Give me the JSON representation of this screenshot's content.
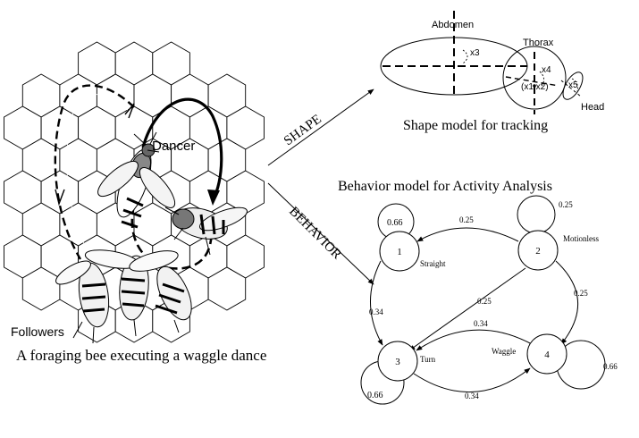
{
  "illustration": {
    "dancer_label": "Dancer",
    "followers_label": "Followers",
    "caption": "A foraging bee executing a waggle dance"
  },
  "arrows": {
    "shape_label": "SHAPE",
    "behavior_label": "BEHAVIOR"
  },
  "shape_model": {
    "abdomen_label": "Abdomen",
    "thorax_label": "Thorax",
    "head_label": "Head",
    "x1_label": "(x1,x2)",
    "x3_label": "x3",
    "x4_label": "x4",
    "x5_label": "x5",
    "caption": "Shape model for tracking"
  },
  "behavior_model": {
    "title": "Behavior model for Activity Analysis",
    "states": [
      {
        "id": "1",
        "name": "Straight"
      },
      {
        "id": "2",
        "name": "Motionless"
      },
      {
        "id": "3",
        "name": "Turn"
      },
      {
        "id": "4",
        "name": "Waggle"
      }
    ],
    "self_loops": {
      "s1": "0.66",
      "s2": "0.25",
      "s3": "0.66",
      "s4": "0.66"
    },
    "transitions": {
      "t2_1": "0.25",
      "t2_3": "0.25",
      "t2_4": "0.25",
      "t1_3": "0.34",
      "t4_3": "0.34",
      "t3_4": "0.34"
    }
  }
}
